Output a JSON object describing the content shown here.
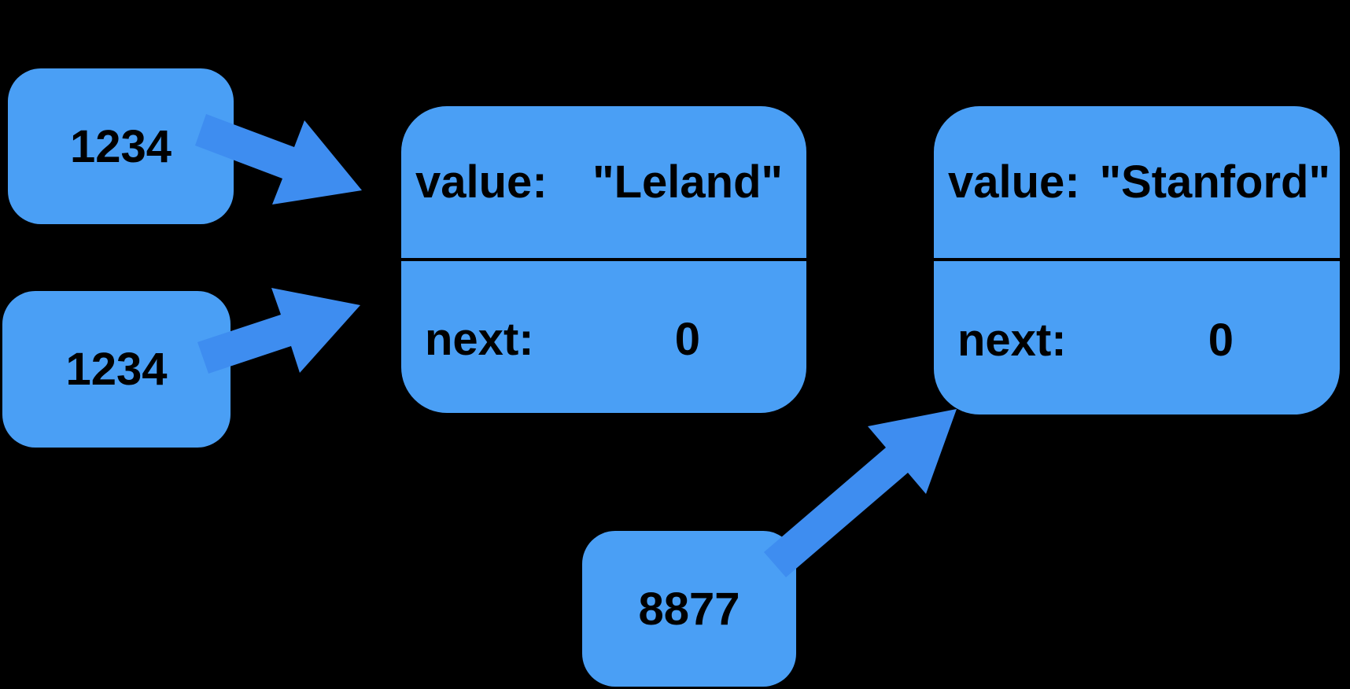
{
  "colors": {
    "background": "#000000",
    "box_fill": "#4A9FF5",
    "arrow_fill": "#3E8DF0",
    "text": "#000000",
    "divider": "#000000"
  },
  "pointers": [
    {
      "label": "1234"
    },
    {
      "label": "1234"
    },
    {
      "label": "8877"
    }
  ],
  "nodes": [
    {
      "fields": [
        {
          "label": "value:",
          "value": "\"Leland\""
        },
        {
          "label": "next:",
          "value": "0"
        }
      ]
    },
    {
      "fields": [
        {
          "label": "value:",
          "value": "\"Stanford\""
        },
        {
          "label": "next:",
          "value": "0"
        }
      ]
    }
  ]
}
